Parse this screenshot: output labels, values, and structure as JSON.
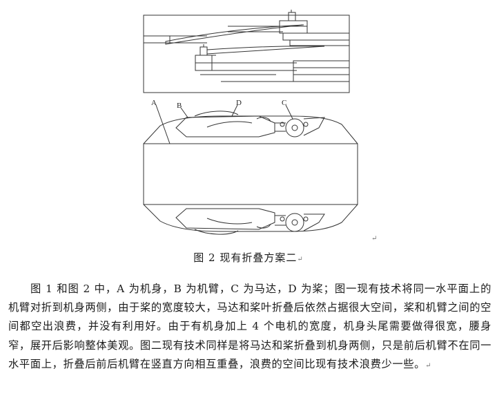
{
  "figure": {
    "labels": [
      "A",
      "B",
      "D",
      "C"
    ]
  },
  "caption": "图 2  现有折叠方案二",
  "paragraph_mark": "↵",
  "paragraph": "图 1 和图 2 中，A 为机身，B 为机臂，C 为马达，D 为桨；图一现有技术将同一水平面上的机臂对折到机身两侧，由于桨的宽度较大，马达和桨叶折叠后依然占据很大空间，桨和机臂之间的空间都空出浪费，并没有利用好。由于有机身加上 4 个电机的宽度，机身头尾需要做得很宽，腰身窄，展开后影响整体美观。图二现有技术同样是将马达和桨折叠到机身两侧，只是前后机臂不在同一水平面上，折叠后前后机臂在竖直方向相互重叠，浪费的空间比现有技术浪费少一些。"
}
